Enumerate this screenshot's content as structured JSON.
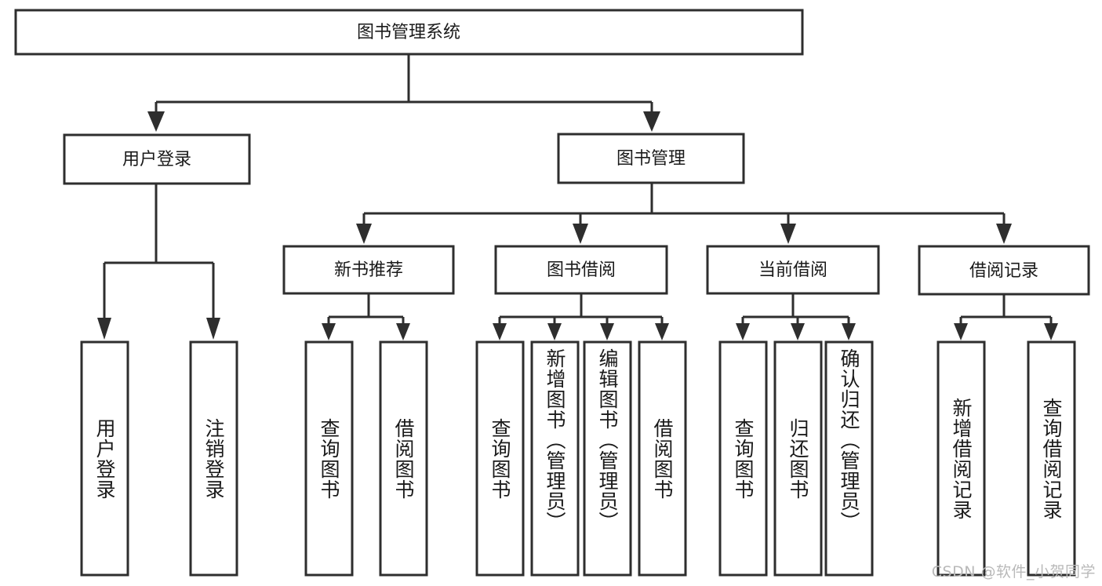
{
  "diagram": {
    "type": "tree-hierarchy-diagram",
    "title_node": {
      "id": "root",
      "label": "图书管理系统"
    },
    "level2": [
      {
        "id": "user-login",
        "label": "用户登录"
      },
      {
        "id": "book-management",
        "label": "图书管理"
      }
    ],
    "level3": [
      {
        "id": "new-book-recommend",
        "label": "新书推荐",
        "parent": "book-management"
      },
      {
        "id": "book-borrow",
        "label": "图书借阅",
        "parent": "book-management"
      },
      {
        "id": "current-borrow",
        "label": "当前借阅",
        "parent": "book-management"
      },
      {
        "id": "borrow-record",
        "label": "借阅记录",
        "parent": "book-management"
      }
    ],
    "leaves": [
      {
        "id": "leaf-user-login",
        "label": "用户登录",
        "parent": "user-login"
      },
      {
        "id": "leaf-logout-login",
        "label": "注销登录",
        "parent": "user-login"
      },
      {
        "id": "leaf-query-book-1",
        "label": "查询图书",
        "parent": "new-book-recommend"
      },
      {
        "id": "leaf-borrow-book-1",
        "label": "借阅图书",
        "parent": "new-book-recommend"
      },
      {
        "id": "leaf-query-book-2",
        "label": "查询图书",
        "parent": "book-borrow"
      },
      {
        "id": "leaf-add-book",
        "label": "新增图书（管理员）",
        "parent": "book-borrow"
      },
      {
        "id": "leaf-edit-book",
        "label": "编辑图书（管理员）",
        "parent": "book-borrow"
      },
      {
        "id": "leaf-borrow-book-2",
        "label": "借阅图书",
        "parent": "book-borrow"
      },
      {
        "id": "leaf-query-book-3",
        "label": "查询图书",
        "parent": "current-borrow"
      },
      {
        "id": "leaf-return-book",
        "label": "归还图书",
        "parent": "current-borrow"
      },
      {
        "id": "leaf-confirm-return",
        "label": "确认归还（管理员）",
        "parent": "current-borrow"
      },
      {
        "id": "leaf-add-record",
        "label": "新增借阅记录",
        "parent": "borrow-record"
      },
      {
        "id": "leaf-query-record",
        "label": "查询借阅记录",
        "parent": "borrow-record"
      }
    ],
    "watermark": "CSDN @软件_小贺同学",
    "colors": {
      "stroke": "#2e2e2e",
      "background": "#ffffff",
      "text": "#1a1a1a",
      "watermark": "#b9b9b9"
    }
  }
}
